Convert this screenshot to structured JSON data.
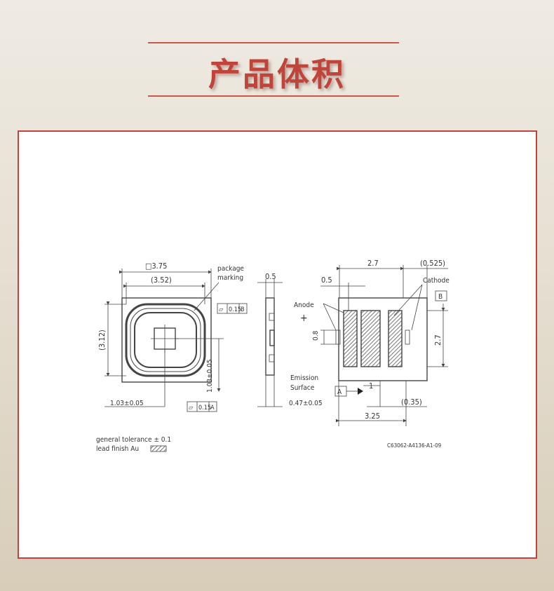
{
  "header": {
    "title": "产品体积"
  },
  "colors": {
    "accent": "#c1443a",
    "line": "#444444"
  },
  "drawing": {
    "top_view": {
      "outer_size": "□3.75",
      "inner_size": "(3.52)",
      "height_ref": "(3.12)",
      "package_marking_label": [
        "package",
        "marking"
      ],
      "flatness_b": "0.15",
      "datum_b": "B",
      "offset_bottom": "1.03±0.05",
      "offset_vertical": "1.03±0.05",
      "flatness_a": "0.15",
      "datum_a": "A"
    },
    "side_view": {
      "thickness": "0.5",
      "emission_label": [
        "Emission",
        "Surface"
      ],
      "depth": "0.47±0.05"
    },
    "bottom_view": {
      "width_top": "2.7",
      "offset_top": "(0.525)",
      "pad_offset": "0.5",
      "anode_label": "Anode",
      "anode_sign": "+",
      "cathode_label": "Cathode",
      "datum_b": "B",
      "pad_width": "0.8",
      "pad_height": "2.7",
      "datum_a": "A",
      "arrow_value": "1",
      "offset_bottom": "(0.35)",
      "overall_width": "3.25"
    },
    "notes": {
      "tolerance": "general tolerance ± 0.1",
      "lead_finish": "lead finish Au",
      "drawing_id": "C63062-A4136-A1-09"
    }
  }
}
